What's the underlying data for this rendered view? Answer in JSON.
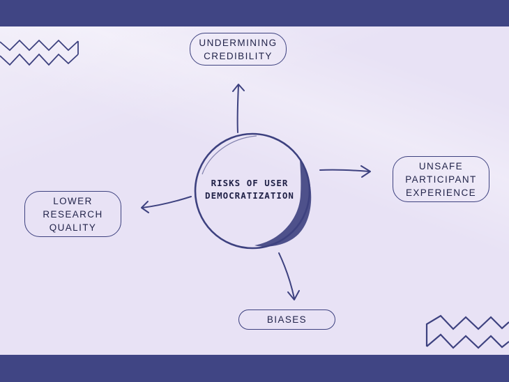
{
  "colors": {
    "band": "#404584",
    "background": "#e8e2f5",
    "ink": "#3d417f",
    "text": "#22244a"
  },
  "diagram": {
    "center": "RISKS OF USER\nDEMOCRATIZATION",
    "nodes": [
      {
        "id": "top",
        "label": "UNDERMINING\nCREDIBILITY"
      },
      {
        "id": "right",
        "label": "UNSAFE\nPARTICIPANT\nEXPERIENCE"
      },
      {
        "id": "bottom",
        "label": "BIASES"
      },
      {
        "id": "left",
        "label": "LOWER\nRESEARCH\nQUALITY"
      }
    ]
  }
}
